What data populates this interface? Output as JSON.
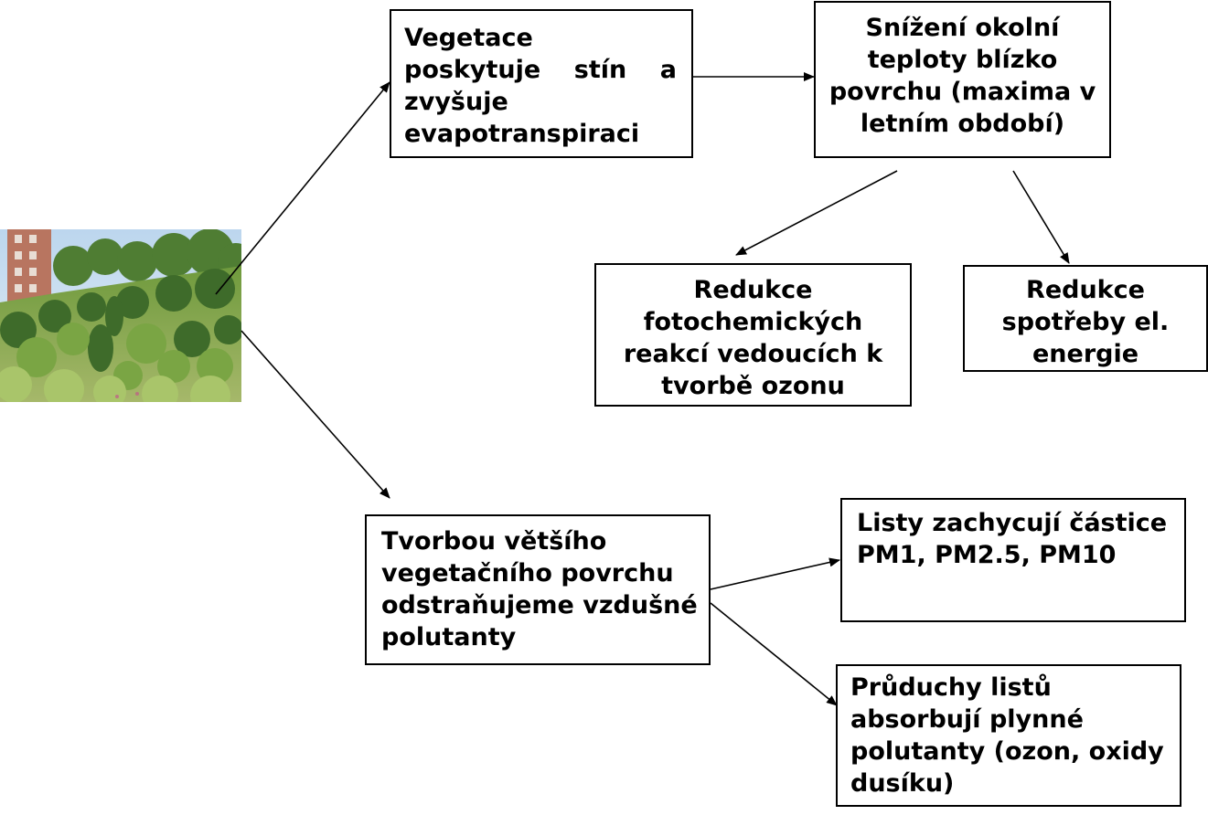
{
  "boxes": {
    "vegetation_shade": "Vegetace poskytuje stín a zvyšuje evapotranspiraci",
    "temperature_reduction": "Snížení okolní teploty blízko povrchu (maxima v letním období)",
    "ozone_reduction": "Redukce fotochemických reakcí vedoucích k tvorbě ozonu",
    "energy_reduction": "Redukce spotřeby el. energie",
    "pollutant_removal": "Tvorbou většího vegetačního povrchu odstraňujeme vzdušné polutanty",
    "particulate_capture": "Listy zachycují částice PM1, PM2.5, PM10",
    "gas_absorption": "Průduchy listů absorbují plynné polutanty (ozon, oxidy dusíku)"
  },
  "image": {
    "subject": "green-vegetation-slope-photo"
  },
  "colors": {
    "line": "#000000",
    "box_border": "#000000",
    "sky": "#cfe3f2",
    "building": "#b87560",
    "foliage_dark": "#3e6b2a",
    "foliage_mid": "#6f9a3d",
    "foliage_light": "#a9c56a"
  }
}
